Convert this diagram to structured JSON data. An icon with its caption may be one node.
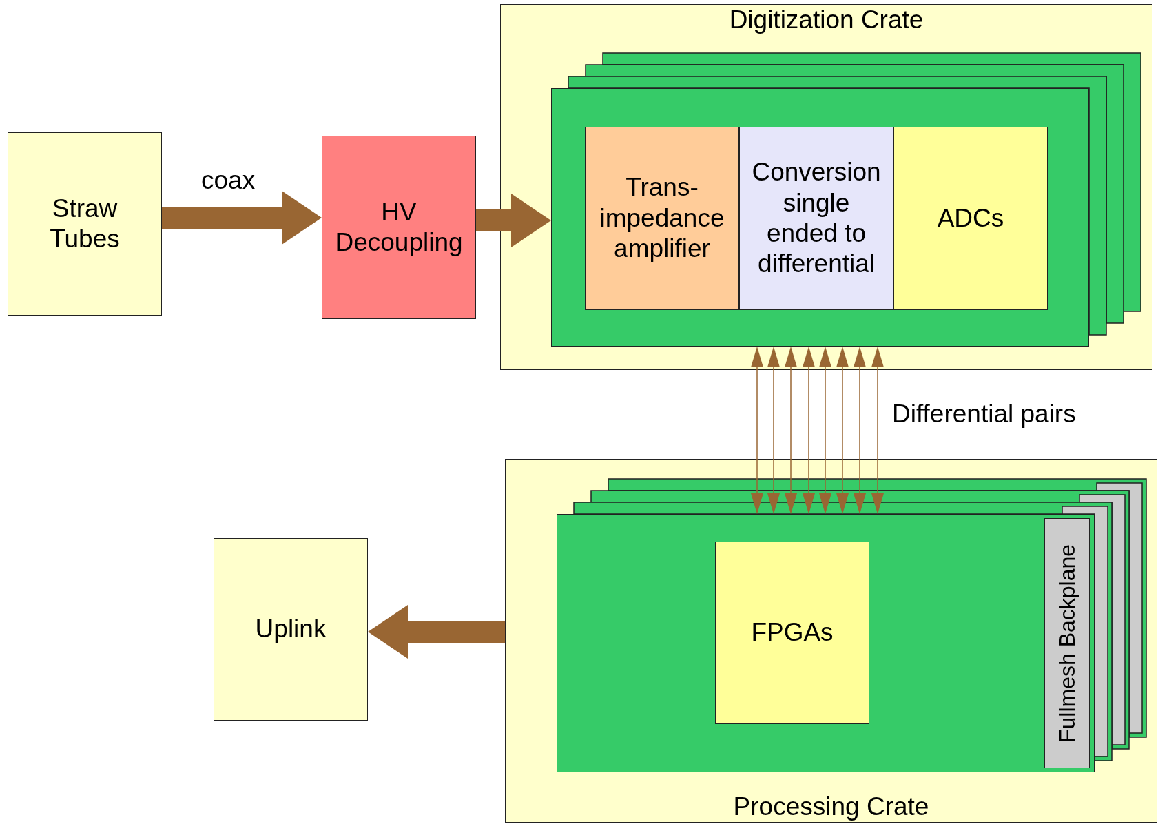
{
  "diagram": {
    "nodes": [
      {
        "text": [
          "Straw Tubes"
        ]
      },
      {
        "text": [
          "HV Decoupling"
        ]
      },
      {
        "text": [
          "Digitization Crate"
        ]
      },
      {
        "text": [],
        "shape": "box",
        "in": 2
      },
      {
        "text": [
          "Trans-impedance amplifier"
        ],
        "in": 3
      },
      {
        "text": [
          "Conversion single ended to differential"
        ],
        "in": 3
      },
      {
        "text": [
          "ADCs"
        ],
        "in": 3
      },
      {
        "text": [
          "Processing Crate"
        ]
      },
      {
        "text": [],
        "shape": "box",
        "in": 7
      },
      {
        "text": [
          "FPGAs"
        ],
        "in": 8
      },
      {
        "text": [
          "Fullmesh Backplane"
        ],
        "in": 8
      },
      {
        "text": [
          "Uplink"
        ]
      }
    ],
    "edges": [
      {
        "from": 0,
        "to": 1,
        "arrow": "to",
        "label": "coax",
        "style": "thick"
      },
      {
        "from": 1,
        "to": 3,
        "arrow": "to",
        "style": "thick"
      },
      {
        "from": 7,
        "to": 11,
        "arrow": "to",
        "style": "thick"
      },
      {
        "from": 3,
        "to": 8,
        "arrow": "both"
      },
      {
        "from": 3,
        "to": 8,
        "arrow": "both"
      },
      {
        "from": 3,
        "to": 8,
        "arrow": "both"
      },
      {
        "from": 3,
        "to": 8,
        "arrow": "both"
      },
      {
        "from": 3,
        "to": 8,
        "arrow": "both"
      },
      {
        "from": 3,
        "to": 8,
        "arrow": "both"
      },
      {
        "from": 3,
        "to": 8,
        "arrow": "both"
      },
      {
        "from": 3,
        "to": 8,
        "arrow": "both"
      }
    ],
    "labels": [
      "Differential pairs"
    ]
  }
}
